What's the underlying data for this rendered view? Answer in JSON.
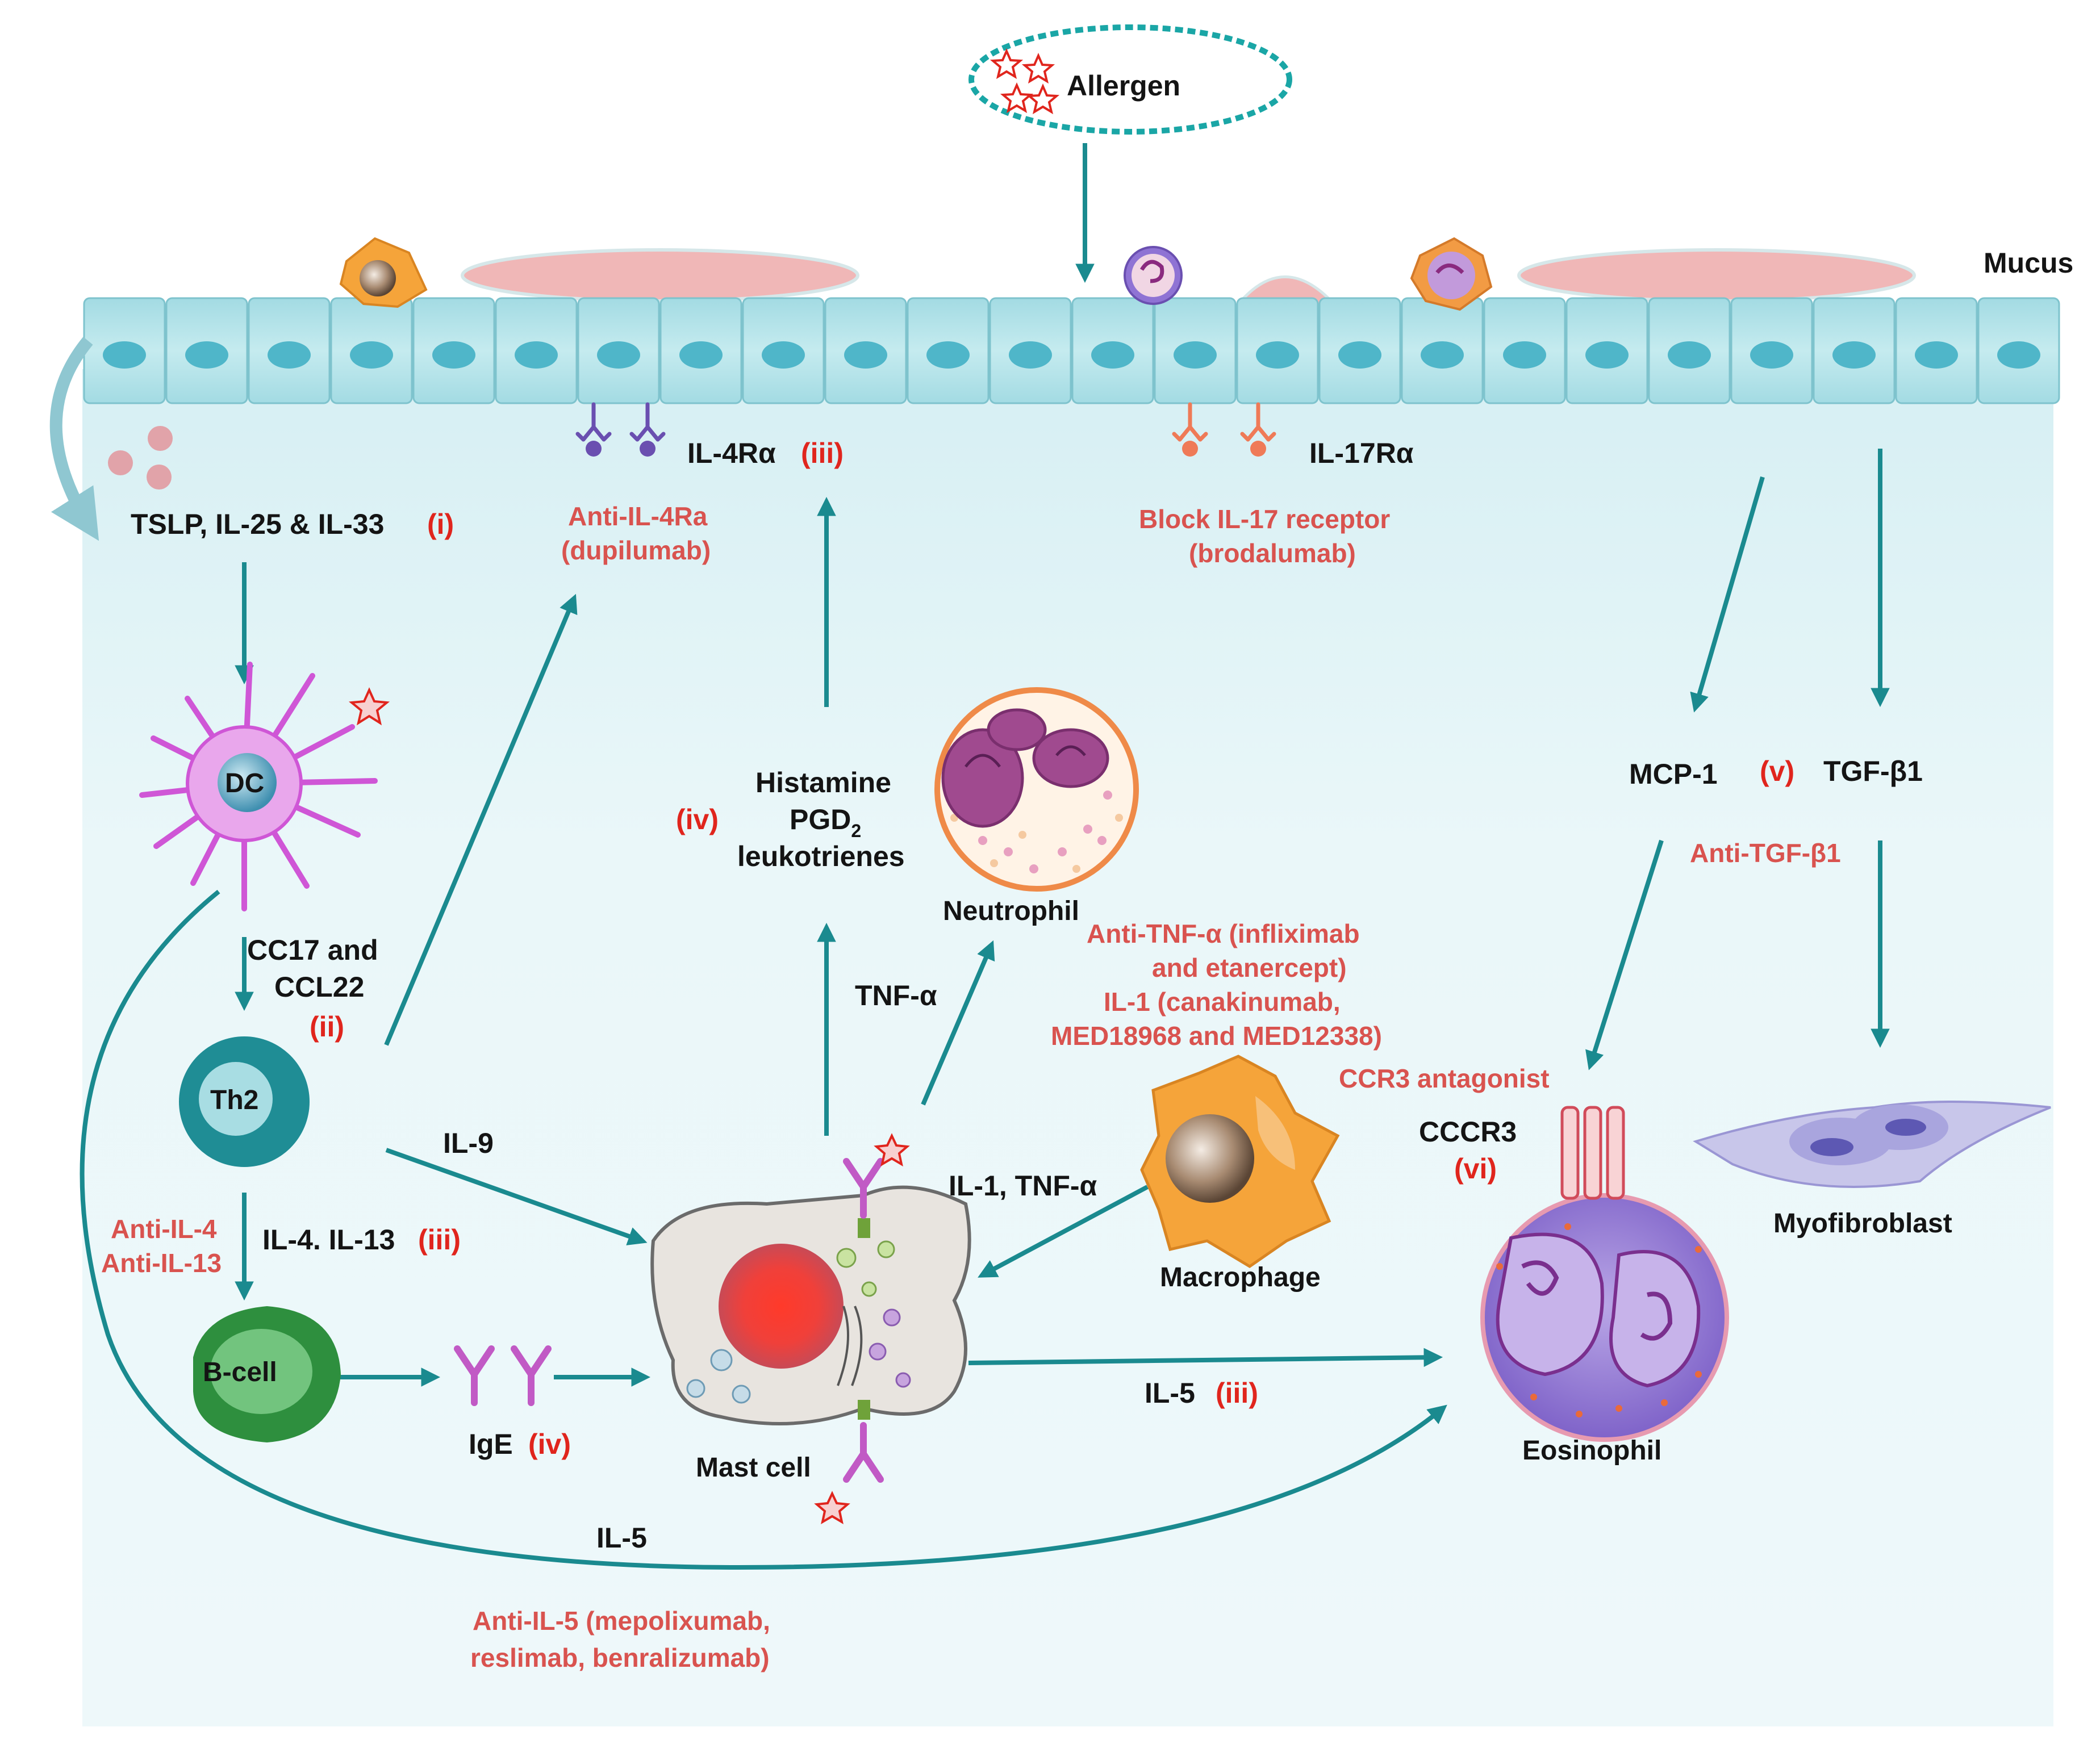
{
  "colors": {
    "arrow": "#1a8a8f",
    "drug_text": "#d9534f",
    "roman_numeral": "#e0251d",
    "label_text": "#141414",
    "epithelium": "#a9dde4",
    "tissue": "#e8f6f8",
    "mucus": "#f0b7b7"
  },
  "allergen": {
    "label": "Allergen"
  },
  "mucus": {
    "label": "Mucus"
  },
  "receptors": {
    "il4ra": {
      "label": "IL-4Rα",
      "roman": "(iii)"
    },
    "il17ra": {
      "label": "IL-17Rα"
    }
  },
  "cytokines": {
    "tslp_label": "TSLP, IL-25 & IL-33",
    "tslp_roman": "(i)",
    "cc17_line1": "CC17 and",
    "cc17_line2": "CCL22",
    "cc17_roman": "(ii)",
    "il9": "IL-9",
    "il4_il13": "IL-4. IL-13",
    "il4_il13_roman": "(iii)",
    "mediators_line1": "Histamine",
    "mediators_line2": "PGD",
    "mediators_line2_sub": "2",
    "mediators_line3": "leukotrienes",
    "mediators_roman": "(iv)",
    "tnfa": "TNF-α",
    "il1_tnfa": "IL-1, TNF-α",
    "il5_mast": "IL-5",
    "il5_mast_roman": "(iii)",
    "il5_dc": "IL-5",
    "mcp1": "MCP-1",
    "mcp_roman": "(v)",
    "tgfb1": "TGF-β1",
    "ccr3": "CCCR3",
    "ccr3_roman": "(vi)",
    "ige": "IgE",
    "ige_roman": "(iv)"
  },
  "drugs": {
    "anti_il4ra_line1": "Anti-IL-4Ra",
    "anti_il4ra_line2": "(dupilumab)",
    "block_il17_line1": "Block IL-17 receptor",
    "block_il17_line2": "(brodalumab)",
    "anti_tnf_line1": "Anti-TNF-α (infliximab",
    "anti_tnf_line2": "and etanercept)",
    "anti_tnf_line3": "IL-1 (canakinumab,",
    "anti_tnf_line4": "MED18968 and MED12338)",
    "ccr3_antagonist": "CCR3 antagonist",
    "anti_il4": "Anti-IL-4",
    "anti_il13": "Anti-IL-13",
    "anti_tgf": "Anti-TGF-β1",
    "anti_il5_line1": "Anti-IL-5 (mepolixumab,",
    "anti_il5_line2": "reslimab, benralizumab)"
  },
  "cells": {
    "dc": "DC",
    "th2": "Th2",
    "bcell": "B-cell",
    "mast": "Mast cell",
    "neutrophil": "Neutrophil",
    "macrophage": "Macrophage",
    "eosinophil": "Eosinophil",
    "myofibroblast": "Myofibroblast"
  }
}
